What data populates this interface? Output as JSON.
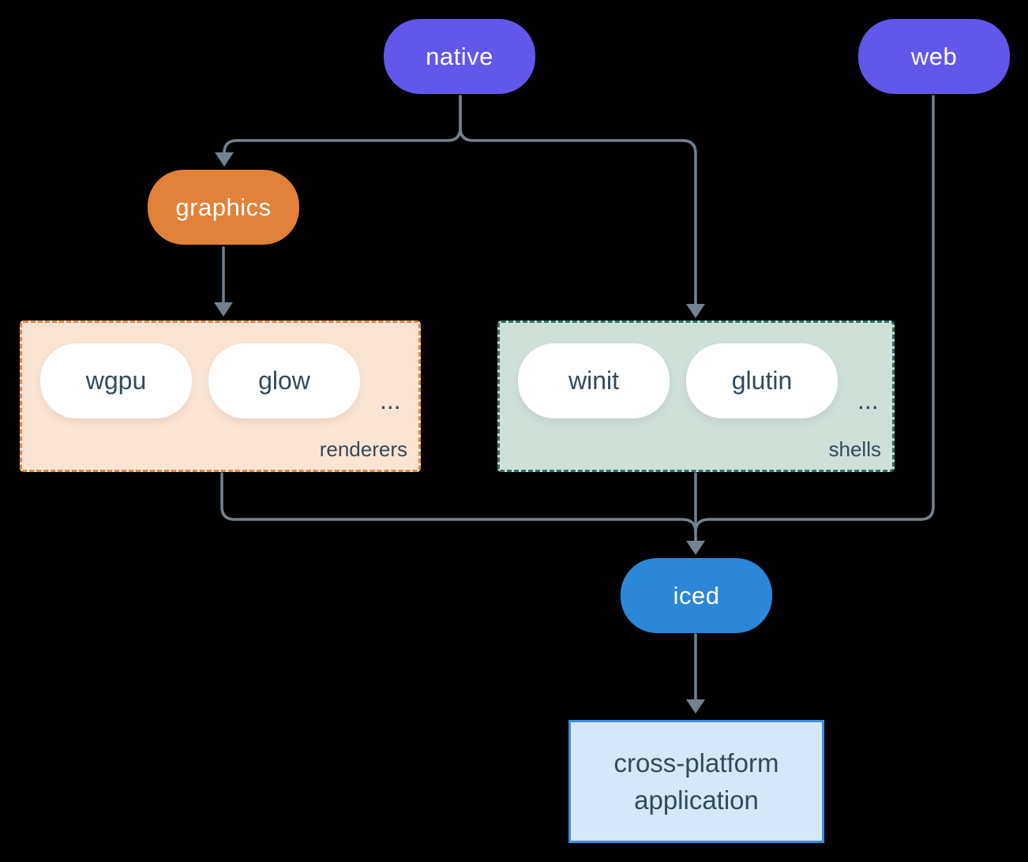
{
  "diagram": {
    "nodes": {
      "native": {
        "label": "native"
      },
      "web": {
        "label": "web"
      },
      "graphics": {
        "label": "graphics"
      },
      "iced": {
        "label": "iced"
      },
      "app": {
        "line1": "cross-platform",
        "line2": "application"
      }
    },
    "groups": {
      "renderers": {
        "label": "renderers",
        "items": [
          "wgpu",
          "glow"
        ],
        "more": "..."
      },
      "shells": {
        "label": "shells",
        "items": [
          "winit",
          "glutin"
        ],
        "more": "..."
      }
    },
    "colors": {
      "background": "#000000",
      "purple_node": "#6257EB",
      "orange_node": "#E28139",
      "blue_node": "#2D87D8",
      "renderers_bg": "#FAE5D5",
      "renderers_border": "#E8843E",
      "shells_bg": "#CFE0D9",
      "shells_border": "#2E7467",
      "app_bg": "#D6E7F8",
      "app_border": "#3E8EDE",
      "dark_text": "#33495C",
      "connector": "#74828F",
      "pill_text": "#FFFFFF"
    }
  }
}
